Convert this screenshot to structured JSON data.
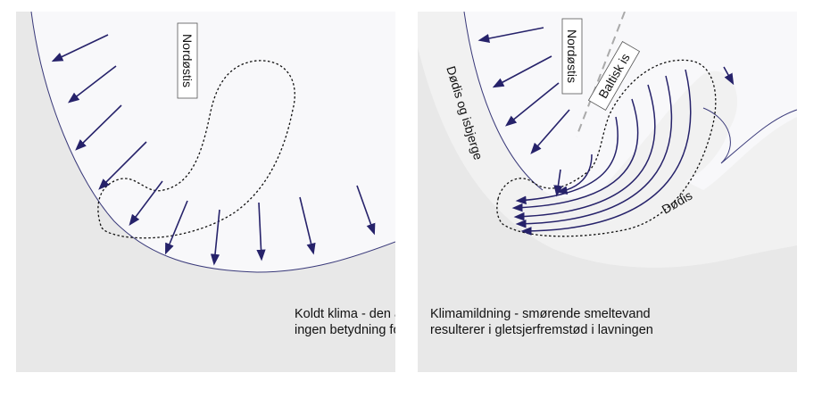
{
  "left_panel": {
    "label_ice": "Nordøstis",
    "caption": [
      "Koldt klima - den antydede lavning (stiplet) har",
      "ingen betydning for isstrømmen"
    ]
  },
  "right_panel": {
    "label_ice": "Nordøstis",
    "label_baltic": "Baltisk is",
    "label_dead_ice_bergs": "Dødis og isbjerge",
    "label_dead_ice": "Dødis",
    "caption": [
      "Klimamildning - smørende smeltevand",
      "resulterer i gletsjerfremstød i lavningen"
    ]
  },
  "colors": {
    "ice": "#f8f8fa",
    "ground": "#e8e8e8",
    "dead_ice": "#f1f1f1",
    "arrow": "#26226a",
    "margin_line": "#3a3a7a"
  }
}
